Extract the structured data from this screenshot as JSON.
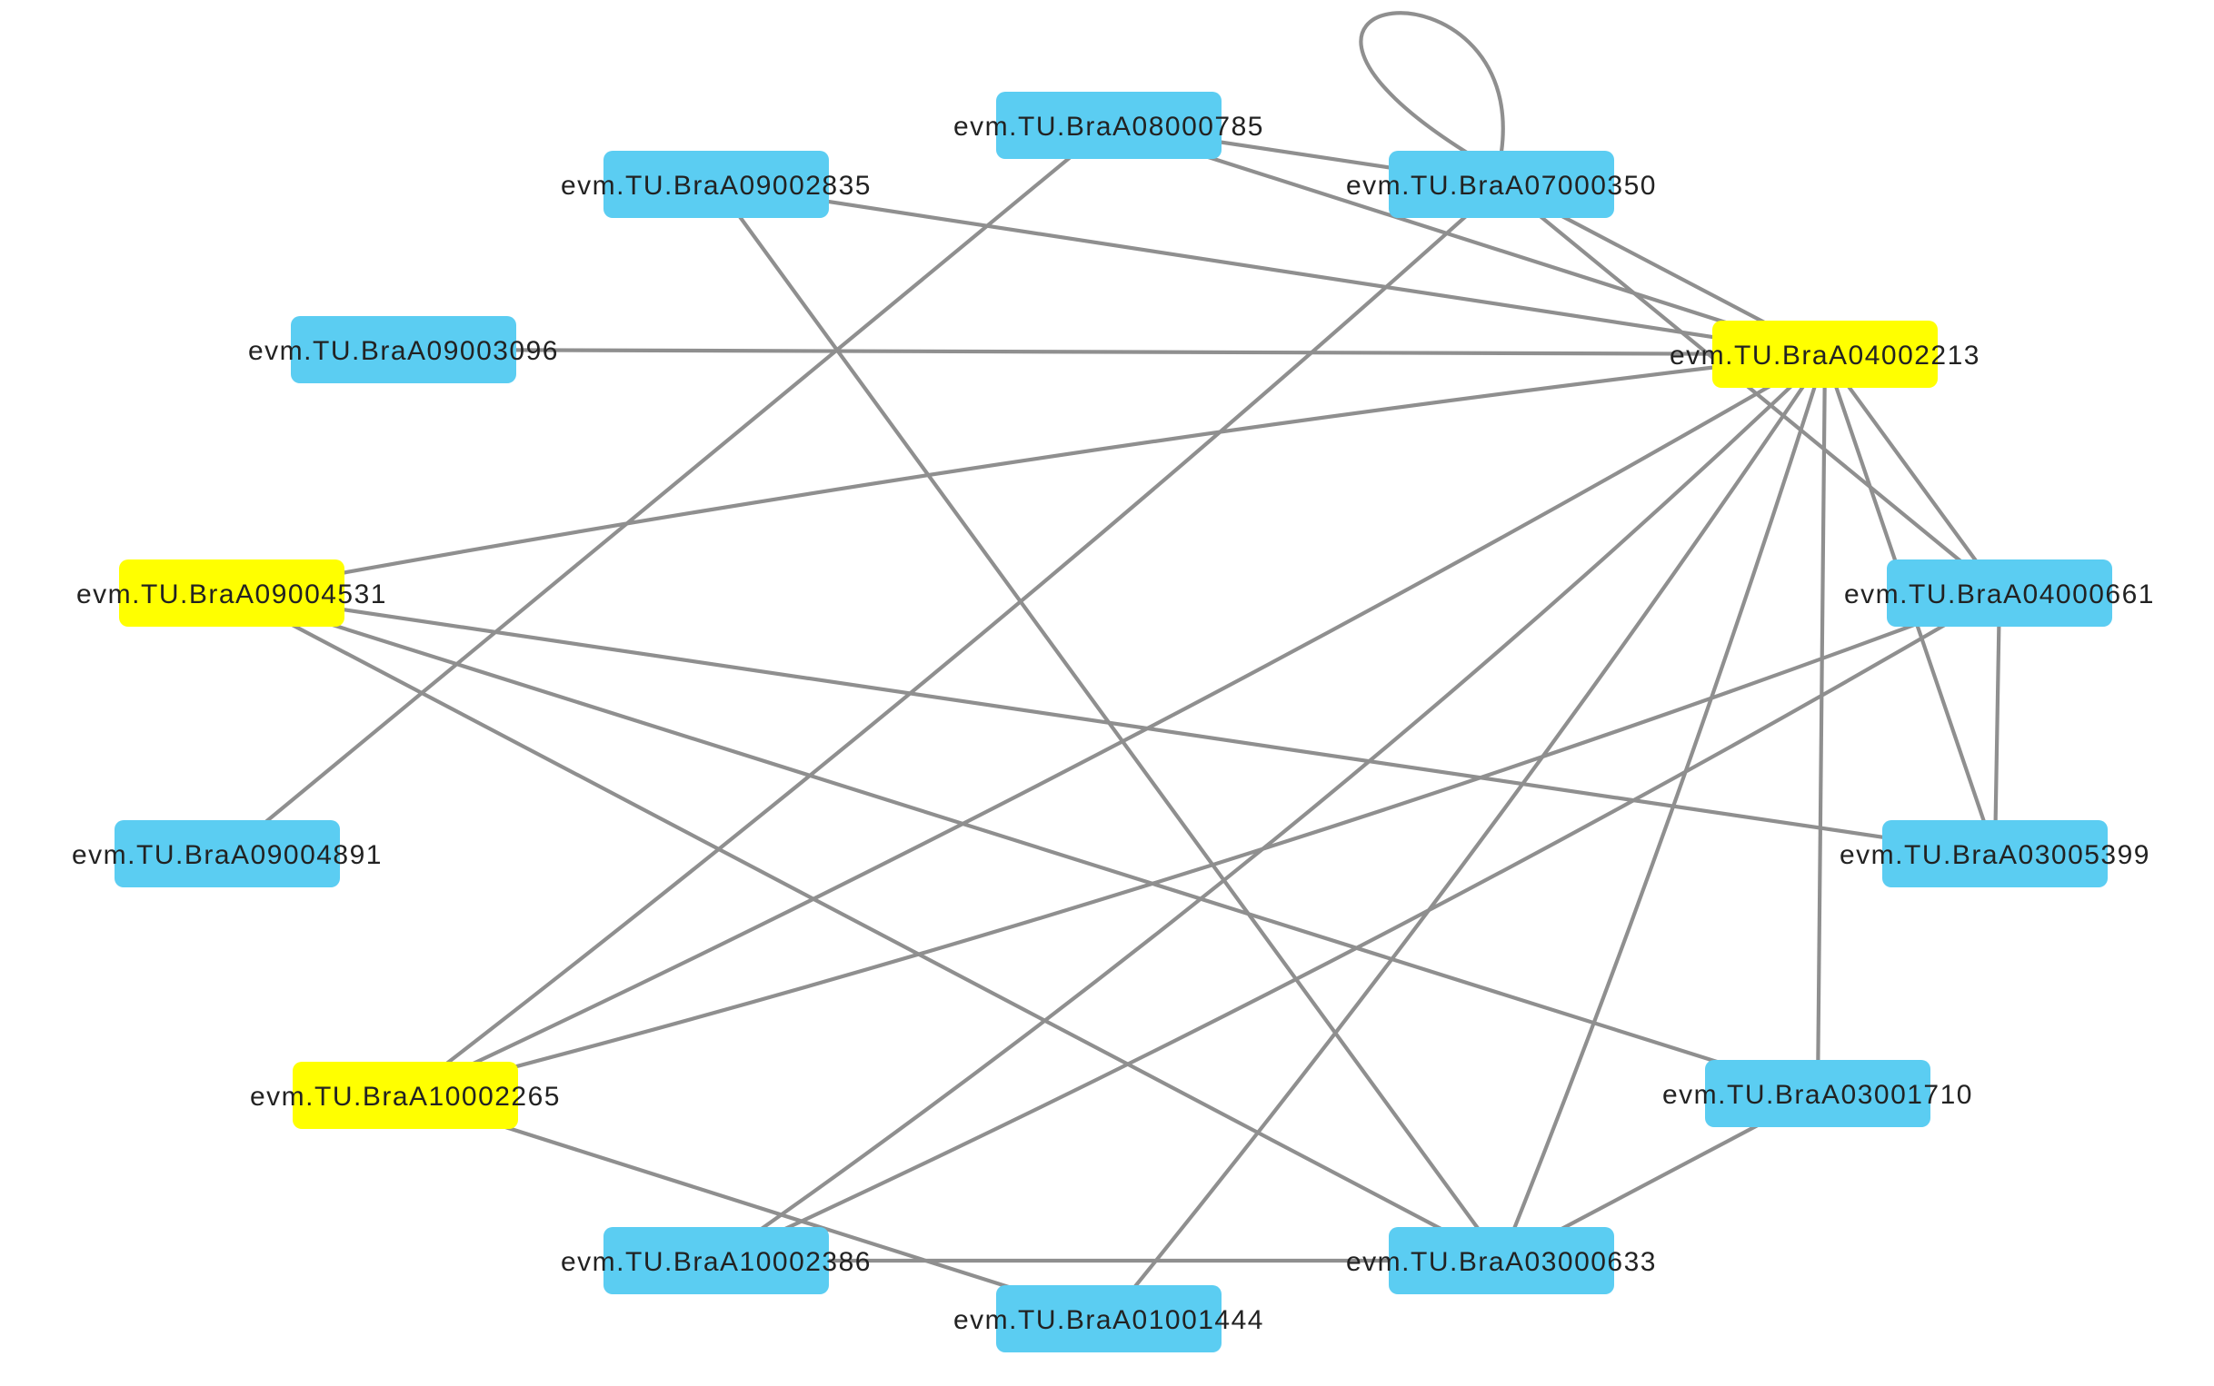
{
  "colors": {
    "background": "#ffffff",
    "edge": "#8f8f8f",
    "node_default": "#5bcdf2",
    "node_highlight": "#ffff00",
    "label": "#222222"
  },
  "nodes": [
    {
      "id": "n0",
      "label": "evm.TU.BraA08000785",
      "highlight": false
    },
    {
      "id": "n1",
      "label": "evm.TU.BraA07000350",
      "highlight": false
    },
    {
      "id": "n2",
      "label": "evm.TU.BraA04002213",
      "highlight": true
    },
    {
      "id": "n3",
      "label": "evm.TU.BraA04000661",
      "highlight": false
    },
    {
      "id": "n4",
      "label": "evm.TU.BraA03005399",
      "highlight": false
    },
    {
      "id": "n5",
      "label": "evm.TU.BraA03001710",
      "highlight": false
    },
    {
      "id": "n6",
      "label": "evm.TU.BraA03000633",
      "highlight": false
    },
    {
      "id": "n7",
      "label": "evm.TU.BraA01001444",
      "highlight": false
    },
    {
      "id": "n8",
      "label": "evm.TU.BraA10002386",
      "highlight": false
    },
    {
      "id": "n9",
      "label": "evm.TU.BraA10002265",
      "highlight": true
    },
    {
      "id": "n10",
      "label": "evm.TU.BraA09004891",
      "highlight": false
    },
    {
      "id": "n11",
      "label": "evm.TU.BraA09004531",
      "highlight": true
    },
    {
      "id": "n12",
      "label": "evm.TU.BraA09003096",
      "highlight": false
    },
    {
      "id": "n13",
      "label": "evm.TU.BraA09002835",
      "highlight": false
    }
  ],
  "edges": [
    [
      "n1",
      "n1"
    ],
    [
      "n0",
      "n1"
    ],
    [
      "n0",
      "n2"
    ],
    [
      "n0",
      "n10"
    ],
    [
      "n13",
      "n2"
    ],
    [
      "n13",
      "n6"
    ],
    [
      "n12",
      "n2"
    ],
    [
      "n1",
      "n2"
    ],
    [
      "n1",
      "n3"
    ],
    [
      "n1",
      "n9"
    ],
    [
      "n2",
      "n11"
    ],
    [
      "n2",
      "n3"
    ],
    [
      "n2",
      "n4"
    ],
    [
      "n2",
      "n5"
    ],
    [
      "n2",
      "n6"
    ],
    [
      "n2",
      "n7"
    ],
    [
      "n2",
      "n8"
    ],
    [
      "n2",
      "n9"
    ],
    [
      "n3",
      "n4"
    ],
    [
      "n3",
      "n9"
    ],
    [
      "n3",
      "n8"
    ],
    [
      "n11",
      "n4"
    ],
    [
      "n11",
      "n5"
    ],
    [
      "n11",
      "n6"
    ],
    [
      "n9",
      "n7"
    ],
    [
      "n8",
      "n6"
    ],
    [
      "n5",
      "n6"
    ]
  ]
}
